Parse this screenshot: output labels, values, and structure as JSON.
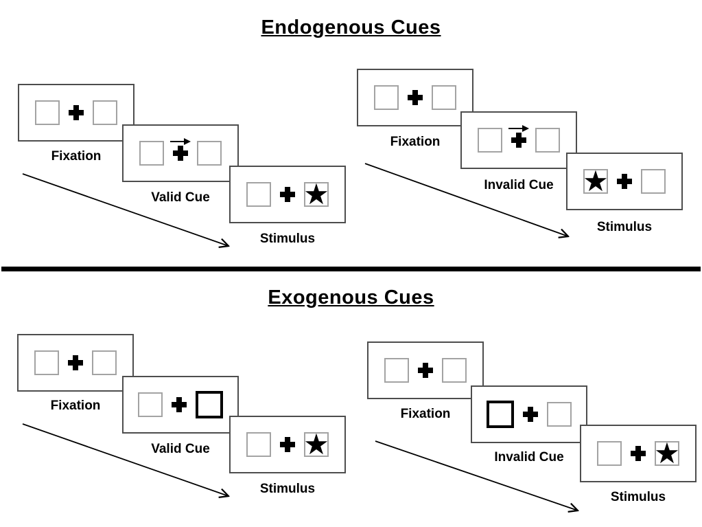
{
  "glyphs": {
    "star": "★"
  },
  "sections": [
    {
      "title": "Endogenous Cues",
      "sequences": [
        {
          "type": "valid-trial",
          "steps": [
            {
              "label": "Fixation",
              "left_box": "empty",
              "center": "fixation-cross",
              "right_box": "empty"
            },
            {
              "label": "Valid Cue",
              "left_box": "empty",
              "center": "fixation-cross-with-right-arrow",
              "right_box": "empty"
            },
            {
              "label": "Stimulus",
              "left_box": "empty",
              "center": "fixation-cross",
              "right_box": "star"
            }
          ]
        },
        {
          "type": "invalid-trial",
          "steps": [
            {
              "label": "Fixation",
              "left_box": "empty",
              "center": "fixation-cross",
              "right_box": "empty"
            },
            {
              "label": "Invalid Cue",
              "left_box": "empty",
              "center": "fixation-cross-with-right-arrow",
              "right_box": "empty"
            },
            {
              "label": "Stimulus",
              "left_box": "star",
              "center": "fixation-cross",
              "right_box": "empty"
            }
          ]
        }
      ]
    },
    {
      "title": "Exogenous Cues",
      "sequences": [
        {
          "type": "valid-trial",
          "steps": [
            {
              "label": "Fixation",
              "left_box": "empty",
              "center": "fixation-cross",
              "right_box": "empty"
            },
            {
              "label": "Valid Cue",
              "left_box": "empty",
              "center": "fixation-cross",
              "right_box": "bold-highlight"
            },
            {
              "label": "Stimulus",
              "left_box": "empty",
              "center": "fixation-cross",
              "right_box": "star"
            }
          ]
        },
        {
          "type": "invalid-trial",
          "steps": [
            {
              "label": "Fixation",
              "left_box": "empty",
              "center": "fixation-cross",
              "right_box": "empty"
            },
            {
              "label": "Invalid Cue",
              "left_box": "bold-highlight",
              "center": "fixation-cross",
              "right_box": "empty"
            },
            {
              "label": "Stimulus",
              "left_box": "empty",
              "center": "fixation-cross",
              "right_box": "star"
            }
          ]
        }
      ]
    }
  ],
  "colors": {
    "panel_border": "#4d4d4d",
    "box_border": "#a3a3a3",
    "ink": "#000000",
    "background": "#ffffff"
  }
}
